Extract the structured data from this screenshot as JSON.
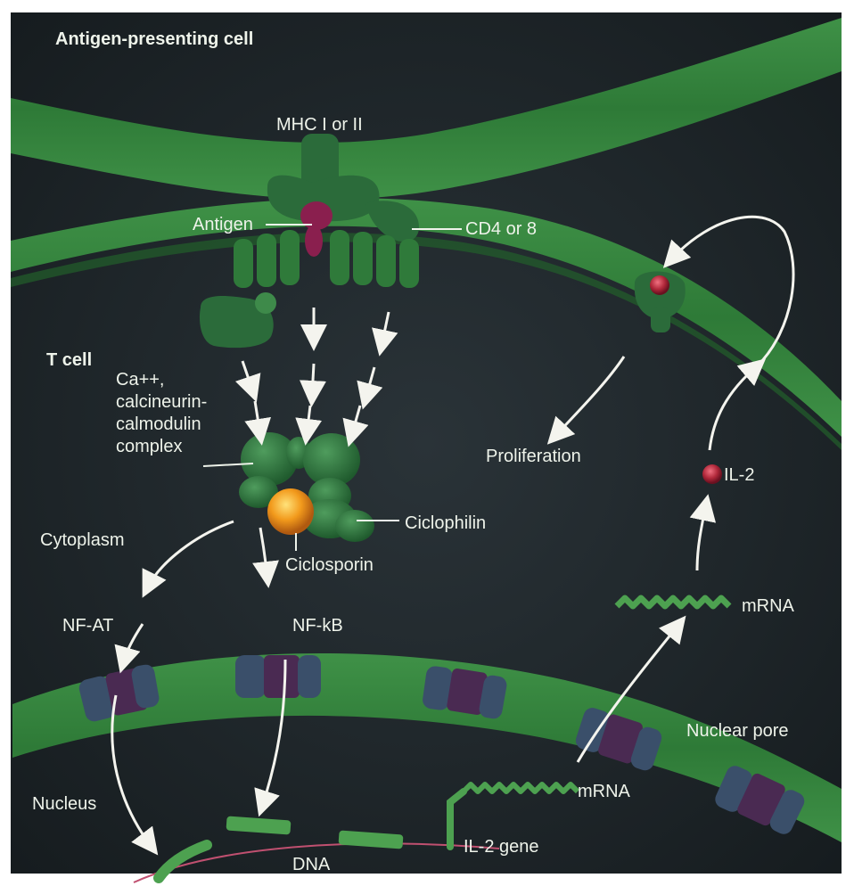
{
  "colors": {
    "background_dark": "#1b2226",
    "membrane_green": "#2f7d3a",
    "membrane_light": "#4a9a4c",
    "protein_green": "#2b6b3a",
    "antigen_purple": "#8a1f4e",
    "il2_red": "#b0283a",
    "ciclosporin_orange": "#f09a1a",
    "pore_purple": "#4a2a52",
    "pore_blue": "#3a4f6a",
    "label_text": "#eef3ea",
    "arrow_white": "#f4f4ee"
  },
  "labels": {
    "antigen_presenting_cell": "Antigen-presenting cell",
    "mhc": "MHC I or II",
    "antigen": "Antigen",
    "cd4_or_8": "CD4 or 8",
    "t_cell": "T cell",
    "ca_complex": "Ca++, calcineurin-calmodulin complex",
    "proliferation": "Proliferation",
    "il2": "IL-2",
    "cytoplasm": "Cytoplasm",
    "ciclophilin": "Ciclophilin",
    "ciclosporin": "Ciclosporin",
    "nf_at": "NF-AT",
    "nf_kb": "NF-kB",
    "mrna_cytoplasm": "mRNA",
    "nuclear_pore": "Nuclear pore",
    "nucleus": "Nucleus",
    "mrna_nucleus": "mRNA",
    "dna": "DNA",
    "il2_gene": "IL-2 gene"
  }
}
